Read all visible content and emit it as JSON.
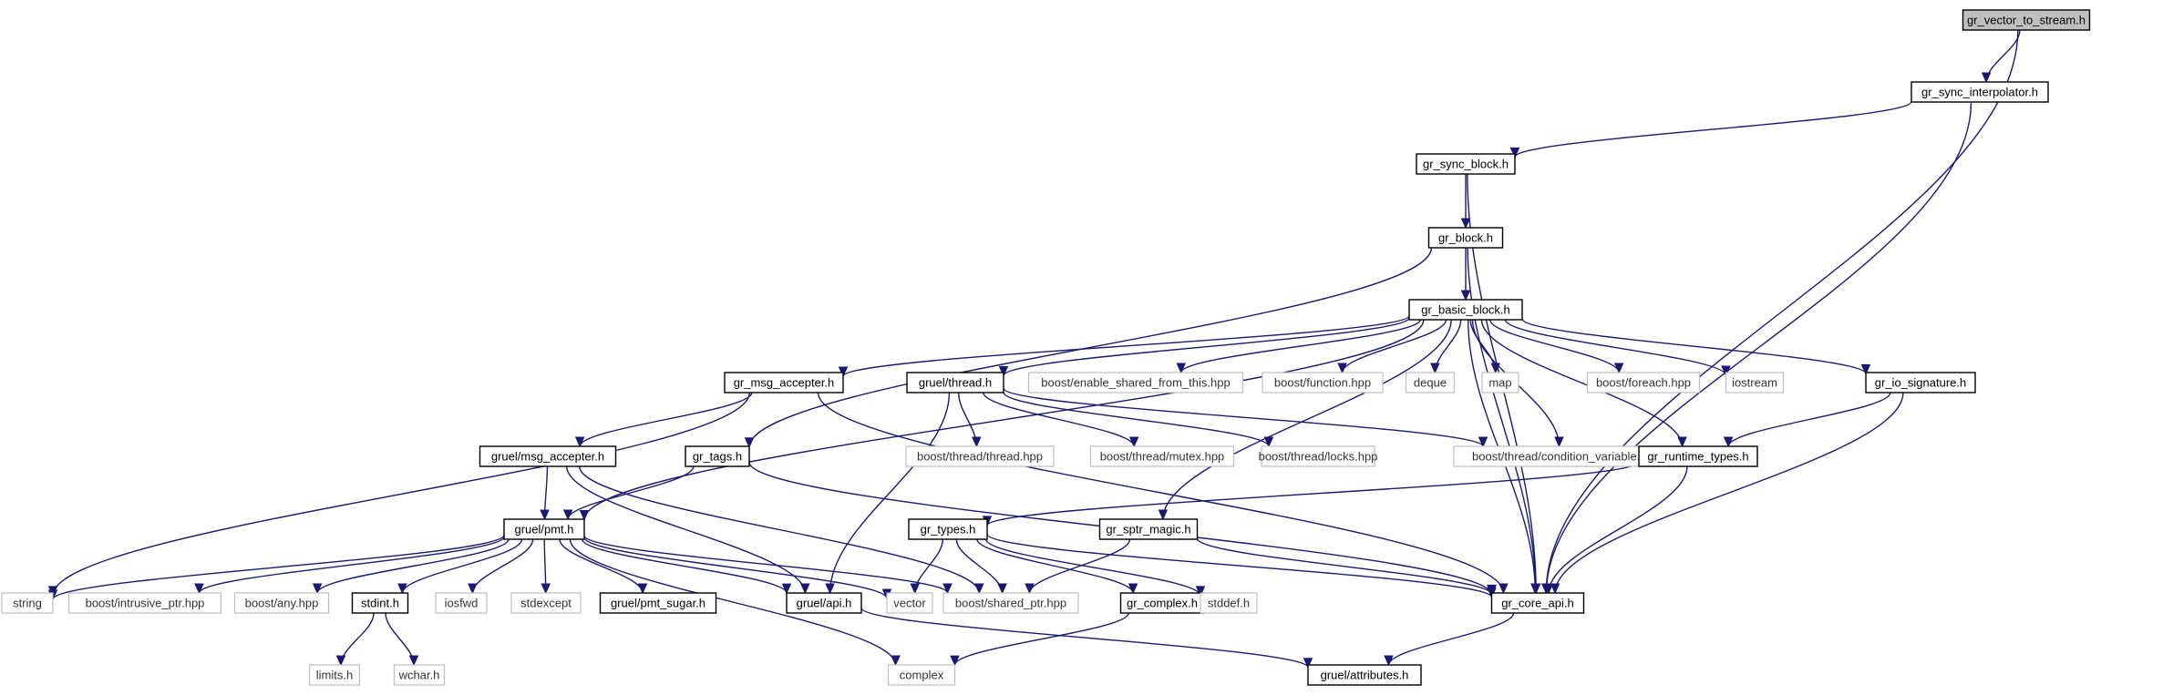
{
  "graph": {
    "nodes": [
      {
        "id": "vts",
        "label": "gr_vector_to_stream.h",
        "kind": "root"
      },
      {
        "id": "sint",
        "label": "gr_sync_interpolator.h",
        "kind": "doc"
      },
      {
        "id": "sblk",
        "label": "gr_sync_block.h",
        "kind": "doc"
      },
      {
        "id": "blk",
        "label": "gr_block.h",
        "kind": "doc"
      },
      {
        "id": "bblk",
        "label": "gr_basic_block.h",
        "kind": "doc"
      },
      {
        "id": "macc",
        "label": "gr_msg_accepter.h",
        "kind": "doc"
      },
      {
        "id": "gthr",
        "label": "gruel/thread.h",
        "kind": "doc"
      },
      {
        "id": "esft",
        "label": "boost/enable_shared_from_this.hpp",
        "kind": "ext"
      },
      {
        "id": "bfun",
        "label": "boost/function.hpp",
        "kind": "ext"
      },
      {
        "id": "deque",
        "label": "deque",
        "kind": "ext"
      },
      {
        "id": "map",
        "label": "map",
        "kind": "ext"
      },
      {
        "id": "bfor",
        "label": "boost/foreach.hpp",
        "kind": "ext"
      },
      {
        "id": "iost",
        "label": "iostream",
        "kind": "ext"
      },
      {
        "id": "iosig",
        "label": "gr_io_signature.h",
        "kind": "doc"
      },
      {
        "id": "gmacc",
        "label": "gruel/msg_accepter.h",
        "kind": "doc"
      },
      {
        "id": "tags",
        "label": "gr_tags.h",
        "kind": "doc"
      },
      {
        "id": "bthr",
        "label": "boost/thread/thread.hpp",
        "kind": "ext"
      },
      {
        "id": "bmtx",
        "label": "boost/thread/mutex.hpp",
        "kind": "ext"
      },
      {
        "id": "blck",
        "label": "boost/thread/locks.hpp",
        "kind": "ext"
      },
      {
        "id": "bcv",
        "label": "boost/thread/condition_variable.hpp",
        "kind": "ext"
      },
      {
        "id": "rtt",
        "label": "gr_runtime_types.h",
        "kind": "doc"
      },
      {
        "id": "pmt",
        "label": "gruel/pmt.h",
        "kind": "doc"
      },
      {
        "id": "types",
        "label": "gr_types.h",
        "kind": "doc"
      },
      {
        "id": "sptr",
        "label": "gr_sptr_magic.h",
        "kind": "doc"
      },
      {
        "id": "str",
        "label": "string",
        "kind": "ext"
      },
      {
        "id": "bip",
        "label": "boost/intrusive_ptr.hpp",
        "kind": "ext"
      },
      {
        "id": "bany",
        "label": "boost/any.hpp",
        "kind": "ext"
      },
      {
        "id": "stdint",
        "label": "stdint.h",
        "kind": "doc"
      },
      {
        "id": "iosfwd",
        "label": "iosfwd",
        "kind": "ext"
      },
      {
        "id": "stdexc",
        "label": "stdexcept",
        "kind": "ext"
      },
      {
        "id": "psug",
        "label": "gruel/pmt_sugar.h",
        "kind": "doc"
      },
      {
        "id": "gapi",
        "label": "gruel/api.h",
        "kind": "doc"
      },
      {
        "id": "vec",
        "label": "vector",
        "kind": "ext"
      },
      {
        "id": "bsp",
        "label": "boost/shared_ptr.hpp",
        "kind": "ext"
      },
      {
        "id": "cplx",
        "label": "gr_complex.h",
        "kind": "doc"
      },
      {
        "id": "stddef",
        "label": "stddef.h",
        "kind": "ext"
      },
      {
        "id": "capi",
        "label": "gr_core_api.h",
        "kind": "doc"
      },
      {
        "id": "lim",
        "label": "limits.h",
        "kind": "ext"
      },
      {
        "id": "wchar",
        "label": "wchar.h",
        "kind": "ext"
      },
      {
        "id": "complex",
        "label": "complex",
        "kind": "ext"
      },
      {
        "id": "attr",
        "label": "gruel/attributes.h",
        "kind": "doc"
      }
    ],
    "edges": [
      [
        "vts",
        "sint"
      ],
      [
        "vts",
        "capi"
      ],
      [
        "sint",
        "sblk"
      ],
      [
        "sint",
        "capi"
      ],
      [
        "sblk",
        "blk"
      ],
      [
        "sblk",
        "capi"
      ],
      [
        "blk",
        "bblk"
      ],
      [
        "blk",
        "tags"
      ],
      [
        "blk",
        "capi"
      ],
      [
        "bblk",
        "macc"
      ],
      [
        "bblk",
        "gthr"
      ],
      [
        "bblk",
        "esft"
      ],
      [
        "bblk",
        "bfun"
      ],
      [
        "bblk",
        "deque"
      ],
      [
        "bblk",
        "map"
      ],
      [
        "bblk",
        "bfor"
      ],
      [
        "bblk",
        "iost"
      ],
      [
        "bblk",
        "iosig"
      ],
      [
        "bblk",
        "bcv"
      ],
      [
        "bblk",
        "rtt"
      ],
      [
        "bblk",
        "sptr"
      ],
      [
        "bblk",
        "capi"
      ],
      [
        "bblk",
        "pmt"
      ],
      [
        "macc",
        "gmacc"
      ],
      [
        "macc",
        "capi"
      ],
      [
        "macc",
        "str"
      ],
      [
        "gthr",
        "bthr"
      ],
      [
        "gthr",
        "bmtx"
      ],
      [
        "gthr",
        "blck"
      ],
      [
        "gthr",
        "bcv"
      ],
      [
        "gthr",
        "gapi"
      ],
      [
        "iosig",
        "rtt"
      ],
      [
        "iosig",
        "capi"
      ],
      [
        "gmacc",
        "pmt"
      ],
      [
        "gmacc",
        "gapi"
      ],
      [
        "gmacc",
        "bsp"
      ],
      [
        "tags",
        "pmt"
      ],
      [
        "tags",
        "capi"
      ],
      [
        "rtt",
        "types"
      ],
      [
        "rtt",
        "capi"
      ],
      [
        "pmt",
        "str"
      ],
      [
        "pmt",
        "bip"
      ],
      [
        "pmt",
        "bany"
      ],
      [
        "pmt",
        "stdint"
      ],
      [
        "pmt",
        "iosfwd"
      ],
      [
        "pmt",
        "stdexc"
      ],
      [
        "pmt",
        "psug"
      ],
      [
        "pmt",
        "gapi"
      ],
      [
        "pmt",
        "vec"
      ],
      [
        "pmt",
        "bsp"
      ],
      [
        "pmt",
        "complex"
      ],
      [
        "types",
        "vec"
      ],
      [
        "types",
        "bsp"
      ],
      [
        "types",
        "cplx"
      ],
      [
        "types",
        "stddef"
      ],
      [
        "types",
        "capi"
      ],
      [
        "sptr",
        "bsp"
      ],
      [
        "sptr",
        "capi"
      ],
      [
        "stdint",
        "lim"
      ],
      [
        "stdint",
        "wchar"
      ],
      [
        "gapi",
        "attr"
      ],
      [
        "cplx",
        "complex"
      ],
      [
        "capi",
        "attr"
      ]
    ]
  }
}
